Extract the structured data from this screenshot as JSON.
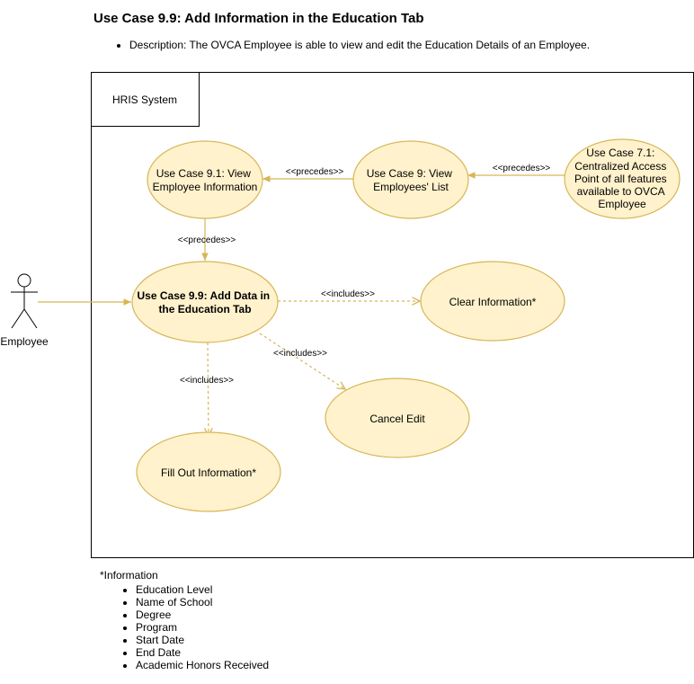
{
  "heading": "Use Case 9.9: Add Information in the Education Tab",
  "description": "Description: The OVCA Employee is able to view and edit the Education Details of an Employee.",
  "colors": {
    "usecase_fill": "#fff2cc",
    "usecase_stroke": "#d6b656",
    "connector": "#d6b656",
    "boundary": "#000000"
  },
  "system": {
    "label": "HRIS System"
  },
  "actor": {
    "label": "Employee"
  },
  "usecases": {
    "view_info": [
      "Use Case 9.1: View",
      "Employee Information"
    ],
    "view_list": [
      "Use Case 9: View",
      "Employees' List"
    ],
    "centralized": [
      "Use Case 7.1:",
      "Centralized Access",
      "Point of all features",
      "available to OVCA",
      "Employee"
    ],
    "add_data": [
      "Use Case 9.9: Add Data in",
      "the Education Tab"
    ],
    "clear": "Clear Information*",
    "cancel": "Cancel Edit",
    "fill": "Fill Out Information*"
  },
  "relations": {
    "precedes_a": "<<precedes>>",
    "precedes_b": "<<precedes>>",
    "precedes_c": "<<precedes>>",
    "includes_clear": "<<includes>>",
    "includes_cancel": "<<includes>>",
    "includes_fill": "<<includes>>"
  },
  "notes": {
    "heading": "*Information",
    "items": [
      "Education Level",
      "Name of School",
      "Degree",
      "Program",
      "Start Date",
      "End Date",
      "Academic Honors Received"
    ]
  }
}
